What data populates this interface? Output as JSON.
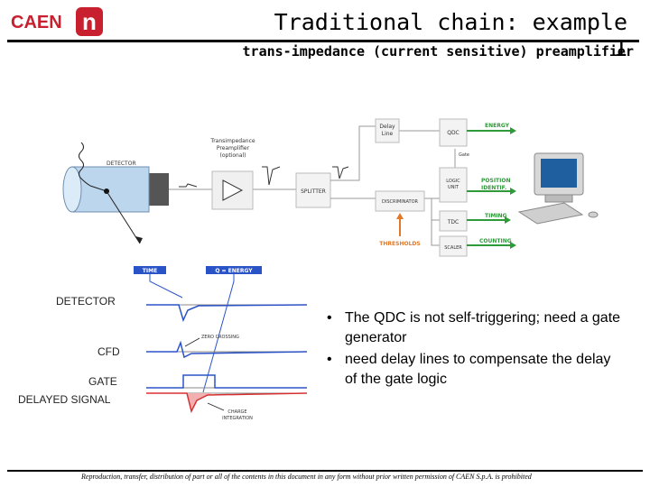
{
  "brand": {
    "name": "CAEN",
    "mark": "n",
    "color": "#c8202f"
  },
  "slide": {
    "title": "Traditional chain: example 1",
    "subtitle": "trans-impedance (current sensitive) preamplifier"
  },
  "diagram": {
    "detector_label": "DETECTOR",
    "preamp_label": [
      "Transimpedance",
      "Preamplifier",
      "(optional)"
    ],
    "delay_line": [
      "Delay",
      "Line"
    ],
    "qdc": "QDC",
    "gate": "Gate",
    "splitter": "SPLITTER",
    "logic_unit": [
      "LOGIC",
      "UNIT"
    ],
    "discriminator": "DISCRIMINATOR",
    "tdc": "TDC",
    "scaler": "SCALER",
    "thresholds": "THRESHOLDS",
    "outputs": {
      "energy": "ENERGY",
      "position": [
        "POSITION",
        "IDENTIF."
      ],
      "timing": "TIMING",
      "counting": "COUNTING"
    },
    "colors": {
      "green": "#2f9a3a",
      "orange": "#e2782a",
      "blue": "#2b53c8",
      "red": "#d83030"
    }
  },
  "timing": {
    "time_label": "TIME",
    "energy_label": "Q = ENERGY",
    "rows": [
      "DETECTOR",
      "CFD",
      "GATE",
      "DELAYED SIGNAL"
    ],
    "zero_crossing": "ZERO CROSSING",
    "charge_integration": [
      "CHARGE",
      "INTEGRATION"
    ]
  },
  "bullets": [
    "The QDC is not self-triggering; need a gate generator",
    "need delay lines to compensate the delay of the gate logic"
  ],
  "footer": "Reproduction, transfer, distribution of part or all of the contents in this document in any form without prior written permission of CAEN S.p.A. is prohibited"
}
